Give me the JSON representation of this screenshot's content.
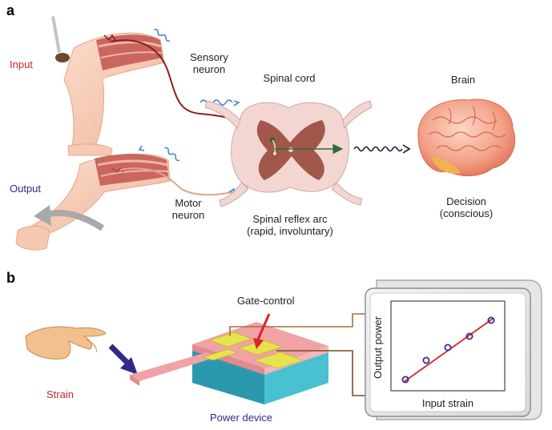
{
  "panel_a": {
    "letter": "a",
    "input": "Input",
    "output": "Output",
    "sensory_neuron": [
      "Sensory",
      "neuron"
    ],
    "motor_neuron": [
      "Motor",
      "neuron"
    ],
    "spinal_cord": "Spinal cord",
    "brain": "Brain",
    "reflex_arc": [
      "Spinal reflex arc",
      "(rapid, involuntary)"
    ],
    "decision": [
      "Decision",
      "(conscious)"
    ]
  },
  "panel_b": {
    "letter": "b",
    "strain": "Strain",
    "gate_control": "Gate-control",
    "power_device": "Power device",
    "plot": {
      "xlabel": "Input strain",
      "ylabel": "Output power"
    }
  },
  "colors": {
    "red": "#c0282c",
    "blue": "#2e2a86",
    "skin": "#f6c9b3",
    "spinal_pink": "#f3d6d2",
    "spinal_brown": "#a1574a",
    "device_teal": "#39b0c4",
    "device_pink": "#f0a2a4",
    "electrode_yellow": "#e7e34a",
    "plot_line": "#d8262a",
    "plot_marker": "#3a2a90"
  }
}
